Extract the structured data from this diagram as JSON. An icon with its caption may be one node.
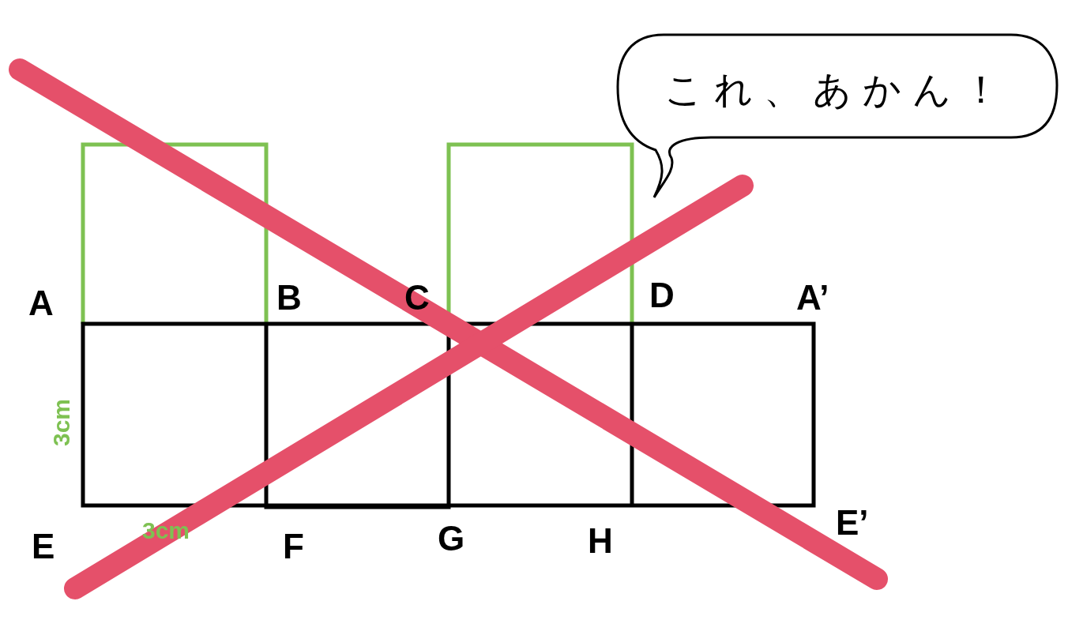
{
  "diagram": {
    "nodes": [
      {
        "text": [
          "これ、あかん！"
        ]
      }
    ],
    "labels": [
      "A",
      "B",
      "C",
      "D",
      "A’",
      "3cm",
      "E",
      "3cm",
      "F",
      "G",
      "H",
      "E’"
    ]
  }
}
